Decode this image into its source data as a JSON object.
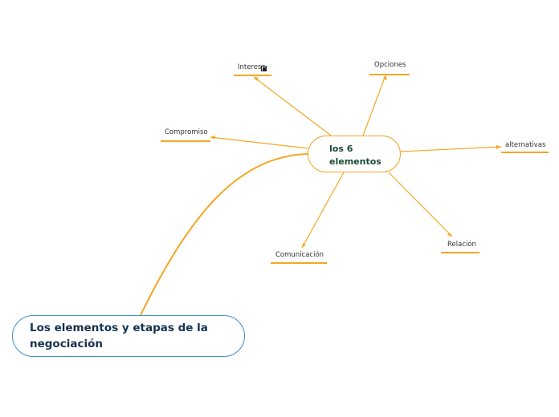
{
  "root": {
    "label": "Los elementos y etapas de la negociación"
  },
  "center": {
    "label": "los 6 elementos"
  },
  "leaves": {
    "interese": "Interese",
    "opciones": "Opciones",
    "compromiso": "Compromiso",
    "alternativas": "alternativas",
    "comunicacion": "Comunicación",
    "relacion": "Relación"
  },
  "colors": {
    "connector": "#f5a623",
    "root_border": "#3c8fd6",
    "root_text": "#16324f",
    "center_text": "#1d4a33"
  },
  "icons": {
    "interese_marker": "pin-icon"
  }
}
